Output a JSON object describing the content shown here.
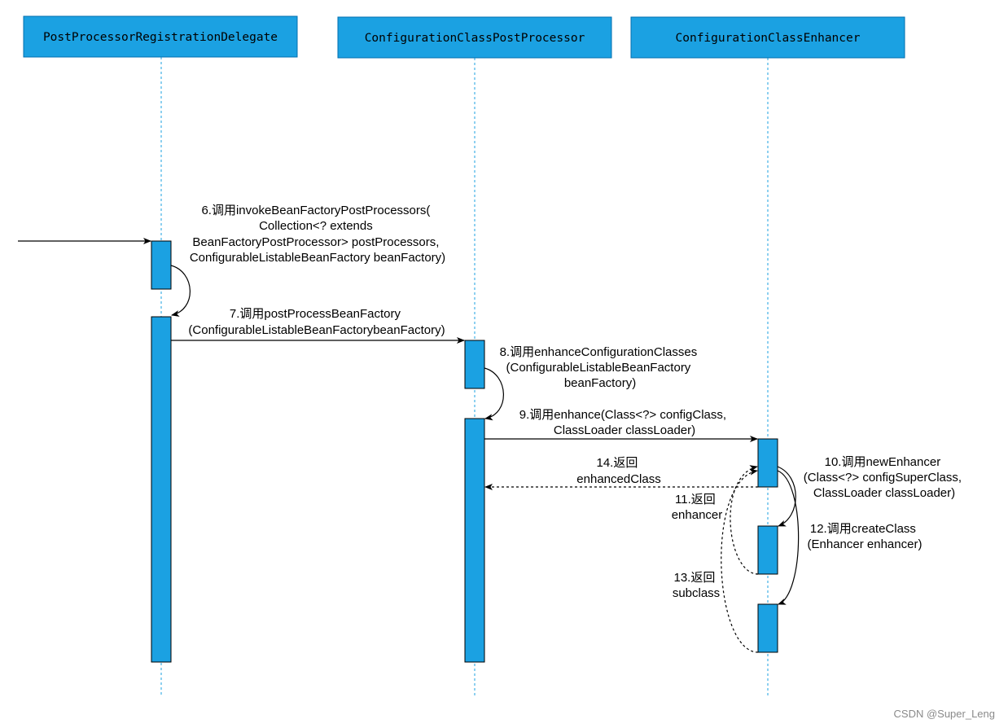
{
  "participants": [
    {
      "name": "PostProcessorRegistrationDelegate"
    },
    {
      "name": "ConfigurationClassPostProcessor"
    },
    {
      "name": "ConfigurationClassEnhancer"
    }
  ],
  "messages": {
    "m6": {
      "lines": [
        "6.调用invokeBeanFactoryPostProcessors(",
        "Collection<? extends",
        "BeanFactoryPostProcessor> postProcessors,",
        "ConfigurableListableBeanFactory beanFactory)"
      ]
    },
    "m7": {
      "lines": [
        "7.调用postProcessBeanFactory",
        "(ConfigurableListableBeanFactorybeanFactory)"
      ]
    },
    "m8": {
      "lines": [
        "8.调用enhanceConfigurationClasses",
        "(ConfigurableListableBeanFactory",
        "beanFactory)"
      ]
    },
    "m9": {
      "lines": [
        "9.调用enhance(Class<?> configClass,",
        "ClassLoader classLoader)"
      ]
    },
    "m10": {
      "lines": [
        "10.调用newEnhancer",
        "(Class<?> configSuperClass,",
        "ClassLoader classLoader)"
      ]
    },
    "m11": {
      "lines": [
        "11.返回",
        "enhancer"
      ]
    },
    "m12": {
      "lines": [
        "12.调用createClass",
        "(Enhancer enhancer)"
      ]
    },
    "m13": {
      "lines": [
        "13.返回",
        "subclass"
      ]
    },
    "m14": {
      "lines": [
        "14.返回",
        "enhancedClass"
      ]
    }
  },
  "watermark": "CSDN @Super_Leng",
  "colors": {
    "participant_fill": "#1ba1e2",
    "participant_stroke": "#006eaf",
    "activation_fill": "#1ba1e2",
    "lifeline": "#1ba1e2",
    "arrow": "#000000",
    "watermark": "#8a8a8a"
  }
}
